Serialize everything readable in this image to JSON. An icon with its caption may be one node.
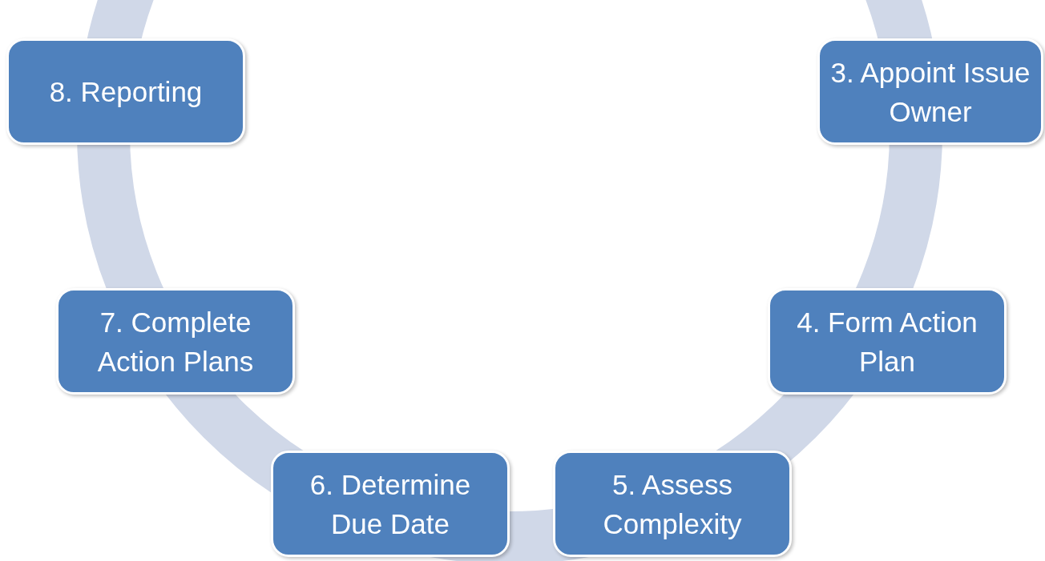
{
  "diagram": {
    "nodes": [
      {
        "text": [
          "8. Reporting"
        ]
      },
      {
        "text": [
          "3. Appoint Issue Owner"
        ]
      },
      {
        "text": [
          "7. Complete Action Plans"
        ]
      },
      {
        "text": [
          "4. Form Action Plan"
        ]
      },
      {
        "text": [
          "6. Determine Due Date"
        ]
      },
      {
        "text": [
          "5. Assess Complexity"
        ]
      }
    ]
  }
}
